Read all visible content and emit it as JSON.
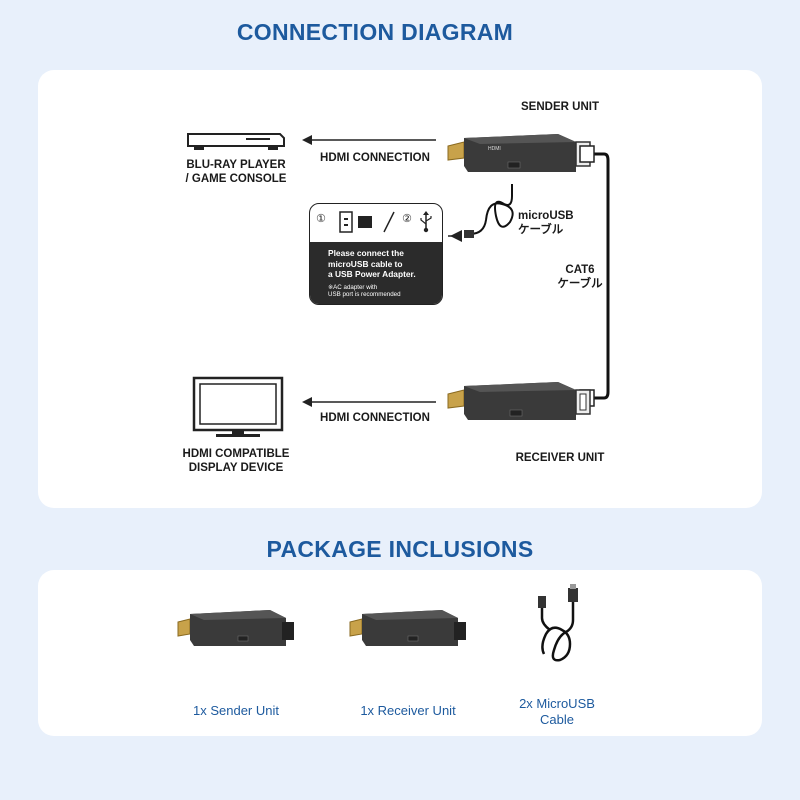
{
  "connection": {
    "title": "CONNECTION DIAGRAM",
    "sender_label": "SENDER UNIT",
    "receiver_label": "RECEIVER UNIT",
    "source_label": "BLU-RAY PLAYER\n/ GAME CONSOLE",
    "display_label": "HDMI COMPATIBLE\nDISPLAY DEVICE",
    "hdmi_top": "HDMI CONNECTION",
    "hdmi_bottom": "HDMI CONNECTION",
    "microusb_label": "microUSB\nケーブル",
    "cat6_label": "CAT6\nケーブル",
    "note": {
      "step1": "①",
      "step2": "②",
      "text": "Please connect the\nmicroUSB cable to\na USB Power Adapter.",
      "sub": "※AC adapter with\n USB port is recommended"
    }
  },
  "package": {
    "title": "PACKAGE INCLUSIONS",
    "items": [
      {
        "caption": "1x Sender Unit"
      },
      {
        "caption": "1x Receiver Unit"
      },
      {
        "caption": "2x MicroUSB\nCable"
      }
    ]
  },
  "colors": {
    "background": "#e8f0fb",
    "title": "#1d5a9e",
    "device_body": "#3a3a3a",
    "hdmi_gold": "#c8a24a"
  },
  "icons": [
    "bluray-player-icon",
    "monitor-icon",
    "usb-plug-icon",
    "ac-adapter-icon",
    "usb-symbol-icon",
    "cat6-cable-icon"
  ]
}
